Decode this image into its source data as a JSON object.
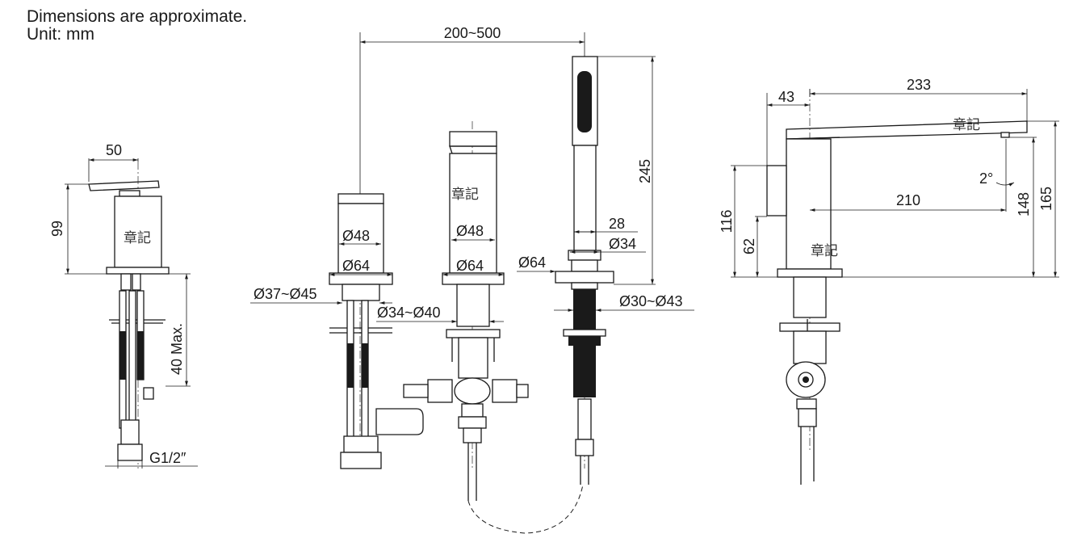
{
  "notes": {
    "line1": "Dimensions are approximate.",
    "line2": "Unit: mm"
  },
  "watermark": "章記",
  "left_view": {
    "width": "50",
    "height": "99",
    "max_thickness": "40 Max.",
    "thread": "G1/2″"
  },
  "center_view": {
    "spacing": "200~500",
    "d48_a": "Ø48",
    "d64_a": "Ø64",
    "hole_a": "Ø37~Ø45",
    "d48_b": "Ø48",
    "d64_b": "Ø64",
    "hole_b": "Ø34~Ø40",
    "shower_height": "245",
    "d28": "28",
    "d34": "Ø34",
    "d64_c": "Ø64",
    "hole_c": "Ø30~Ø43"
  },
  "right_view": {
    "offset": "43",
    "length": "233",
    "reach": "210",
    "angle": "2°",
    "h116": "116",
    "h62": "62",
    "h148": "148",
    "h165": "165"
  }
}
